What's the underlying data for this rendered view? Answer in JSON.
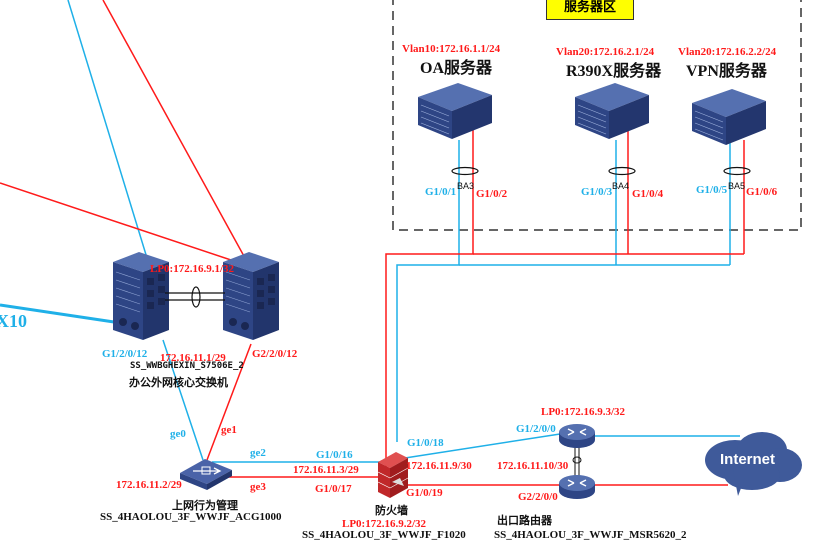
{
  "zone": {
    "title": "服务器区"
  },
  "servers": [
    {
      "ip": "Vlan10:172.16.1.1/24",
      "name": "OA服务器",
      "bundle": "BA3",
      "port_blue": "G1/0/1",
      "port_red": "G1/0/2"
    },
    {
      "ip": "Vlan20:172.16.2.1/24",
      "name": "R390X服务器",
      "bundle": "BA4",
      "port_blue": "G1/0/3",
      "port_red": "G1/0/4"
    },
    {
      "ip": "Vlan20:172.16.2.2/24",
      "name": "VPN服务器",
      "bundle": "BA5",
      "port_blue": "G1/0/5",
      "port_red": "G1/0/6"
    }
  ],
  "core": {
    "loopback": "LP0:172.16.9.1/32",
    "port_left": "G1/2/0/12",
    "port_right": "G2/2/0/12",
    "ip": "172.16.11.1/29",
    "hostname": "SS_WWBGHEXIN_S7506E_2",
    "name": "办公外网核心交换机",
    "side_label": "X10"
  },
  "acg": {
    "ge0": "ge0",
    "ge1": "ge1",
    "ge2": "ge2",
    "ge3": "ge3",
    "ip": "172.16.11.2/29",
    "name": "上网行为管理",
    "hostname": "SS_4HAOLOU_3F_WWJF_ACG1000"
  },
  "firewall": {
    "port16": "G1/0/16",
    "ip_acg": "172.16.11.3/29",
    "port17": "G1/0/17",
    "port18": "G1/0/18",
    "ip_rtr": "172.16.11.9/30",
    "port19": "G1/0/19",
    "name": "防火墙",
    "loopback": "LP0:172.16.9.2/32",
    "hostname": "SS_4HAOLOU_3F_WWJF_F1020"
  },
  "router": {
    "loopback": "LP0:172.16.9.3/32",
    "port1": "G1/2/0/0",
    "ip": "172.16.11.10/30",
    "port2": "G2/2/0/0",
    "name": "出口路由器",
    "hostname": "SS_4HAOLOU_3F_WWJF_MSR5620_2"
  },
  "internet": {
    "label": "Internet"
  },
  "colors": {
    "red_link": "#ff1a1a",
    "blue_link": "#1fb0e8",
    "device": "#3f5a9a",
    "zone_label_bg": "#ffff00"
  }
}
